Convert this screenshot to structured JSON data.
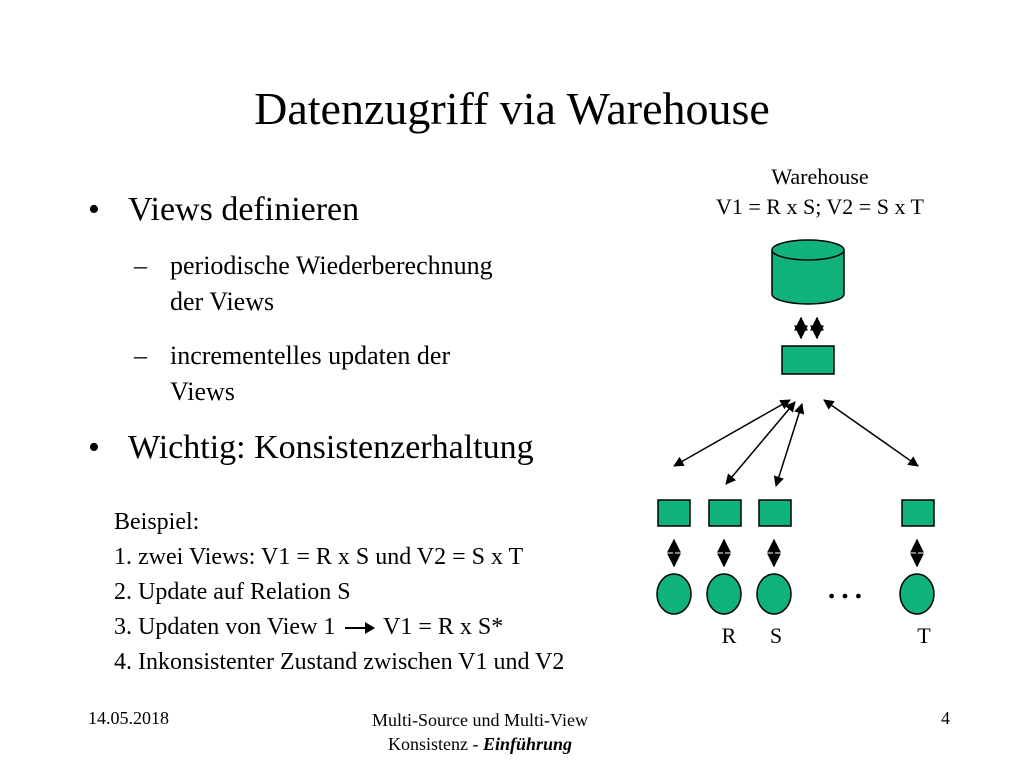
{
  "slide": {
    "title": "Datenzugriff via Warehouse",
    "bullets": [
      {
        "text": "Views definieren",
        "sub": [
          {
            "line1": "periodische Wiederberechnung",
            "line2": "der Views"
          },
          {
            "line1": "incrementelles updaten der",
            "line2": "Views"
          }
        ]
      },
      {
        "text": "Wichtig: Konsistenzerhaltung"
      }
    ],
    "bullet_mark": "•",
    "sub_mark": "–"
  },
  "example": {
    "heading": "Beispiel:",
    "line1": "1. zwei Views: V1 = R x S und V2 = S x T",
    "line2": "2. Update auf Relation S",
    "line3_before": "3. Updaten von View 1",
    "line3_after": "V1 = R x S*",
    "line4": "4. Inkonsistenter Zustand zwischen V1 und V2"
  },
  "diagram": {
    "warehouse_title": "Warehouse",
    "warehouse_views": "V1 = R x S; V2 = S x T",
    "ellipsis": "…",
    "source_labels": [
      "R",
      "S",
      "T"
    ],
    "node_color": "#0fb27a",
    "line_color": "#000000"
  },
  "footer": {
    "date": "14.05.2018",
    "center_line1": "Multi-Source und Multi-View",
    "center_line2_prefix": "Konsistenz - ",
    "center_line2_emph": "Einführung",
    "page": "4"
  }
}
